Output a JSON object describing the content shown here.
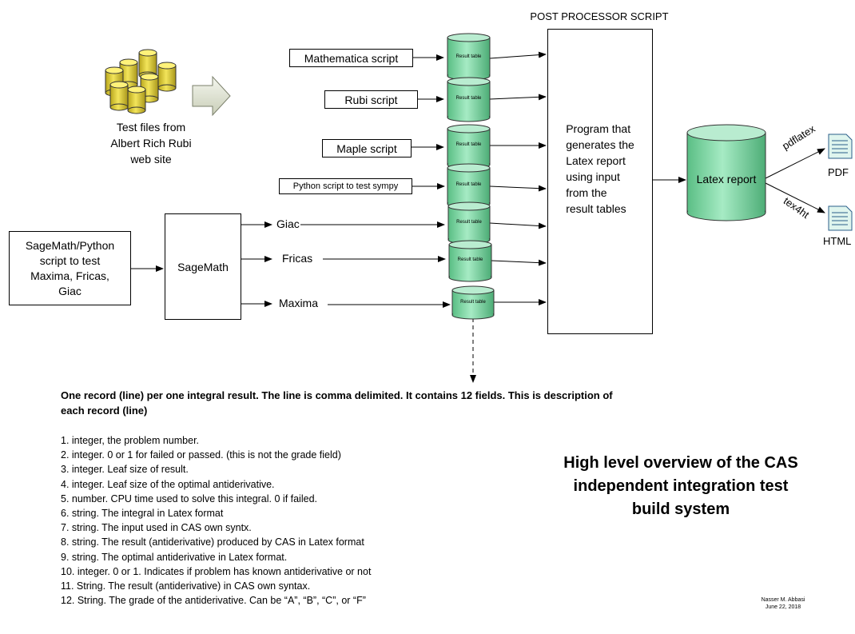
{
  "source": {
    "caption": "Test files from\nAlbert Rich Rubi\nweb site"
  },
  "scripts": {
    "mathematica": "Mathematica script",
    "rubi": "Rubi script",
    "maple": "Maple script",
    "python_sympy": "Python script to test sympy",
    "sagemath_python": "SageMath/Python\nscript to test\nMaxima, Fricas,\nGiac"
  },
  "sagemath": {
    "label": "SageMath"
  },
  "sage_outputs": {
    "giac": "Giac",
    "fricas": "Fricas",
    "maxima": "Maxima"
  },
  "result_table_label": "Result table",
  "post_processor": {
    "title": "POST PROCESSOR SCRIPT",
    "body": "Program that\ngenerates the\nLatex report\nusing input\nfrom the\nresult tables"
  },
  "latex_report": {
    "label": "Latex report"
  },
  "outputs": {
    "pdf_tool": "pdflatex",
    "pdf": "PDF",
    "html_tool": "tex4ht",
    "html": "HTML"
  },
  "record_description": {
    "header": "One record (line) per one integral result. The line is comma delimited. It contains 12 fields. This is description of each record (line)",
    "fields": [
      "1. integer, the problem number.",
      "2. integer. 0 or 1 for failed or passed. (this is not the grade field)",
      "3. integer. Leaf size of result.",
      "4. integer. Leaf size of the optimal antiderivative.",
      "5. number. CPU time used to solve this integral. 0 if failed.",
      "6. string. The integral in Latex format",
      "7. string. The input used in CAS own syntx.",
      "8. string. The result (antiderivative) produced by CAS in Latex format",
      "9. string. The optimal antiderivative in Latex format.",
      "10. integer. 0 or 1. Indicates if problem has known antiderivative or not",
      "11. String. The result (antiderivative) in CAS own syntax.",
      "12. String. The grade of the antiderivative. Can be “A”, “B”, “C”, or “F”"
    ]
  },
  "overview_title": "High level overview of the CAS\nindependent integration test\nbuild system",
  "author": {
    "name": "Nasser M. Abbasi",
    "date": "June 22, 2018"
  },
  "colors": {
    "cylinder_green": "#7fd6a6",
    "cylinder_top": "#b9ecd0",
    "db_yellow": "#e8d84a",
    "db_top": "#fff27a"
  }
}
